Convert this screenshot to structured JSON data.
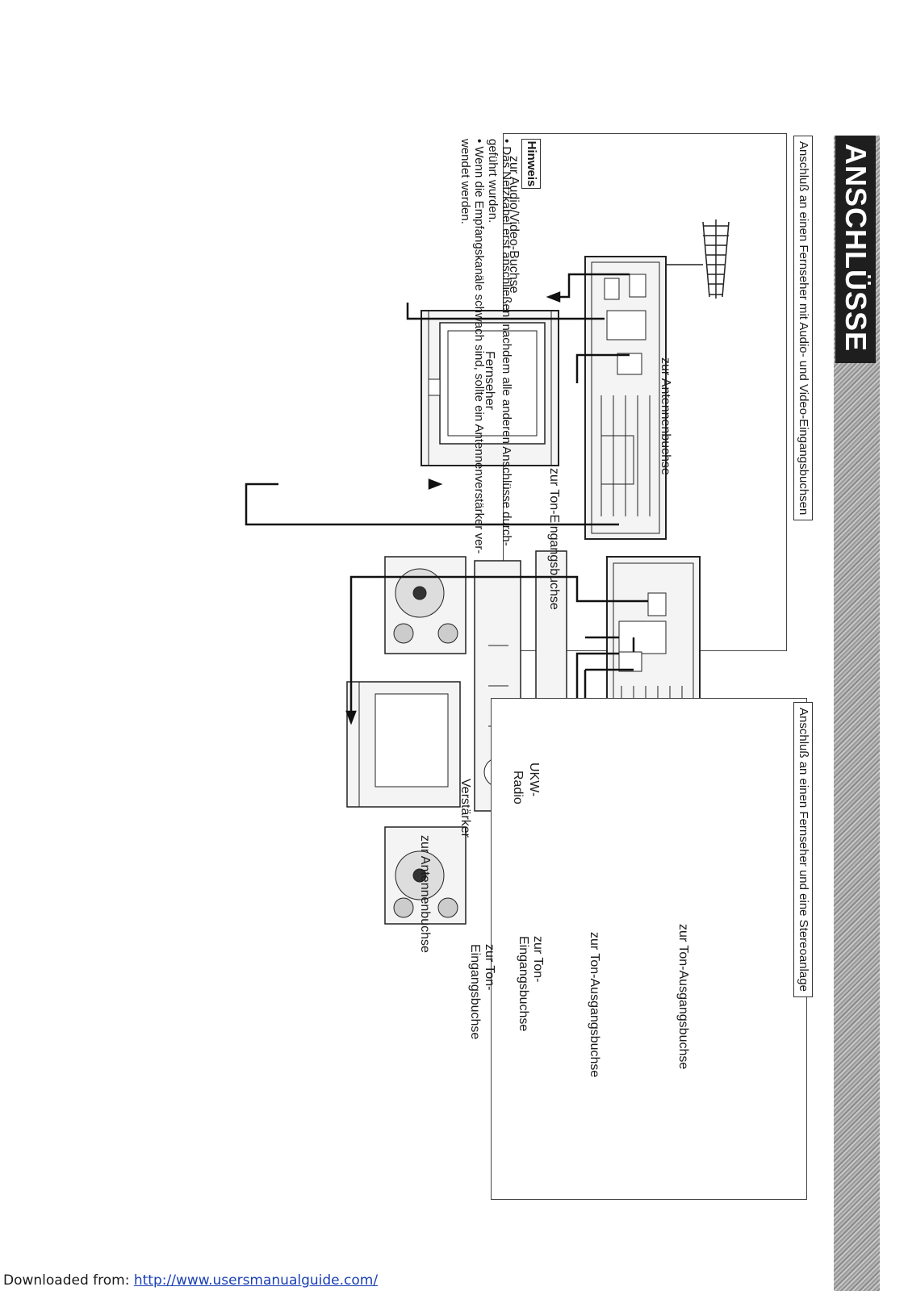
{
  "header": {
    "title": "ANSCHLÜSSE"
  },
  "section_tv": {
    "title": "Anschluß an einen Fernseher mit Audio- und Video-Eingangsbuchsen",
    "labels": {
      "antenna": "zur Antennenbuchse",
      "av": "zur Audio/Video-Buchse",
      "tv": "Fernseher",
      "audio_in": "zur Ton-Eingangsbuchse"
    }
  },
  "section_stereo": {
    "title": "Anschluß an einen Fernseher und eine Stereoanlage",
    "labels": {
      "audio_out_1": "zur Ton-Ausgangsbuchse",
      "audio_out_2": "zur Ton-Ausgangsbuchse",
      "radio_1": "UKW-",
      "radio_2": "Radio",
      "amp": "Verstärker",
      "antenna": "zur Antennenbuchse",
      "in1_1": "zur Ton-",
      "in1_2": "Eingangsbuchse",
      "in2_1": "zur Ton-",
      "in2_2": "Eingangsbuchse"
    }
  },
  "hinweis": {
    "label": "Hinweis",
    "notes": [
      "• Das Netzkabel erst anschließen, nachdem alle anderen Anschlüsse durch-",
      "  geführt wurden.",
      "• Wenn die Empfangskanäle schwach sind, sollte ein Antennenverstärker ver-",
      "  wendet werden."
    ]
  },
  "footer": {
    "prefix": "Downloaded from: ",
    "link": "http://www.usersmanualguide.com/"
  }
}
